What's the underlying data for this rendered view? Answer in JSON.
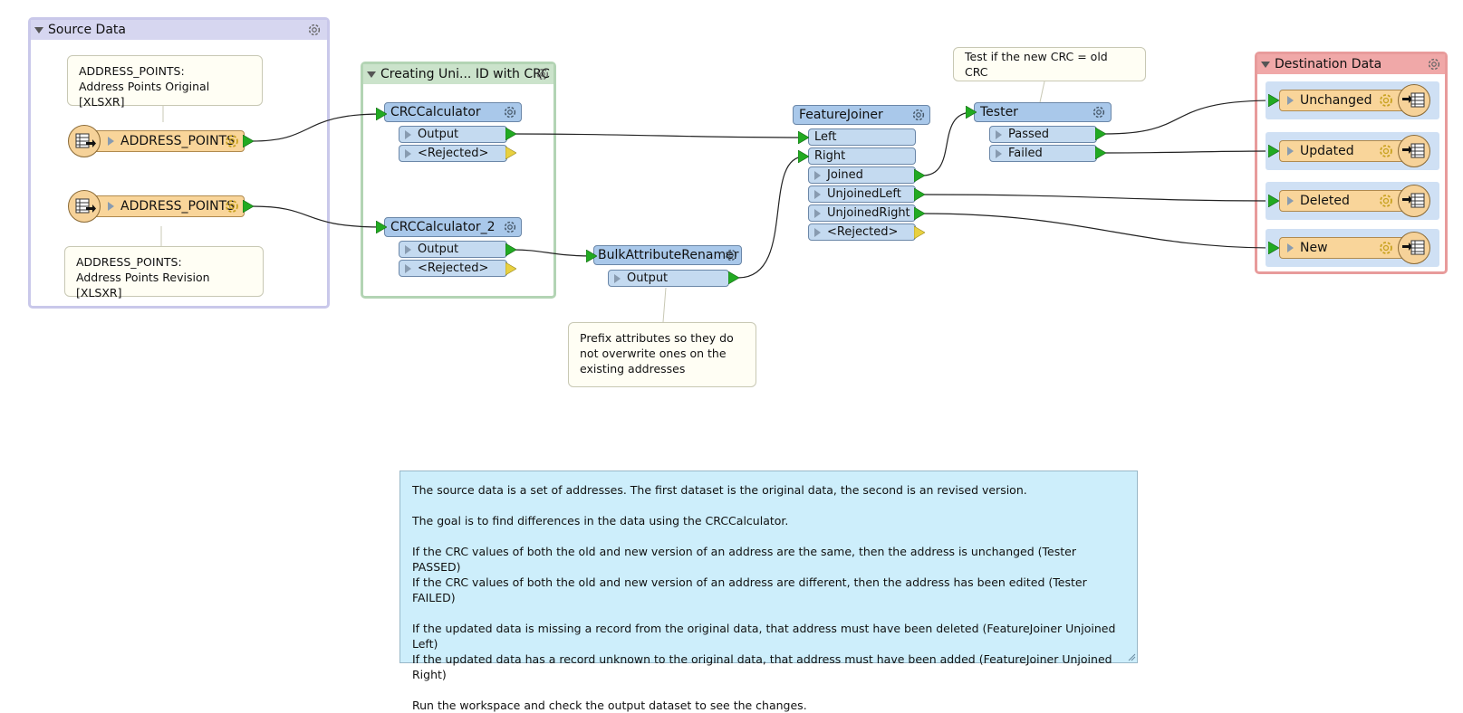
{
  "bookmarks": {
    "source": "Source Data",
    "crc": "Creating Uni... ID with CRC",
    "dest": "Destination Data"
  },
  "readers": {
    "r1": "ADDRESS_POINTS",
    "r2": "ADDRESS_POINTS"
  },
  "transformers": {
    "crc1": {
      "name": "CRCCalculator",
      "ports": [
        "Output",
        "<Rejected>"
      ]
    },
    "crc2": {
      "name": "CRCCalculator_2",
      "ports": [
        "Output",
        "<Rejected>"
      ]
    },
    "bulk": {
      "name": "BulkAttributeRenamer",
      "ports": [
        "Output"
      ]
    },
    "joiner": {
      "name": "FeatureJoiner",
      "inputs": [
        "Left",
        "Right"
      ],
      "ports": [
        "Joined",
        "UnjoinedLeft",
        "UnjoinedRight",
        "<Rejected>"
      ]
    },
    "tester": {
      "name": "Tester",
      "ports": [
        "Passed",
        "Failed"
      ]
    }
  },
  "writers": {
    "unchanged": "Unchanged",
    "updated": "Updated",
    "deleted": "Deleted",
    "new": "New"
  },
  "annotations": {
    "reader1": "ADDRESS_POINTS:\nAddress Points Original [XLSXR]",
    "reader2": "ADDRESS_POINTS:\nAddress Points Revision [XLSXR]",
    "tester": "Test if the new CRC  = old CRC",
    "bulk": "Prefix attributes so they do\nnot overwrite ones on the\nexisting addresses",
    "main": [
      "The source data is a set of addresses. The first dataset is the original data, the second is an revised version.",
      "The goal is to find differences in the data using the CRCCalculator.",
      "If the CRC values of both the old and new version of an address are the same, then the address is unchanged (Tester PASSED)\nIf the CRC values of both the old and new version of an address are different, then the address has been edited (Tester FAILED)",
      "If the updated data is missing a record from the original data, that address must have been deleted (FeatureJoiner Unjoined Left)\nIf the updated data has a record unknown to the original data, that address must have been added (FeatureJoiner Unjoined Right)",
      "Run the workspace and check the output dataset to see the changes."
    ]
  },
  "colors": {
    "transformer": "#a9c8ea",
    "port": "#c4daf0",
    "reader": "#f9d59a",
    "annotation_bg": "#cdeefb",
    "connection": "#111111",
    "port_arrow_ok": "#22aa22",
    "port_arrow_rejected": "#e8d040"
  }
}
